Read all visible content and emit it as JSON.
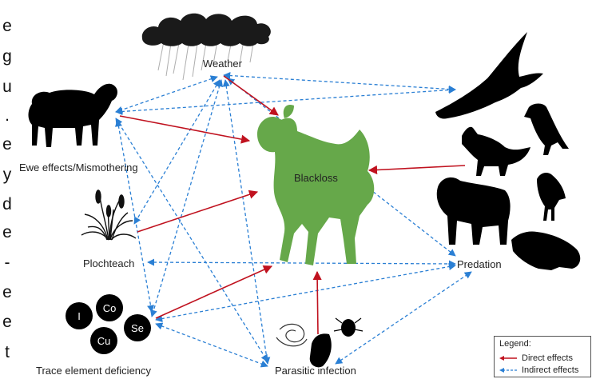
{
  "edge_letters": [
    "e",
    "g",
    "u",
    ".",
    "e",
    "y",
    "d",
    "e",
    "-",
    "e",
    "e",
    "t"
  ],
  "nodes": {
    "weather": "Weather",
    "ewe": "Ewe effects/Mismothering",
    "blackloss": "Blackloss",
    "plochteach": "Plochteach",
    "predation": "Predation",
    "trace": "Trace element deficiency",
    "parasitic": "Parasitic infection"
  },
  "elements": [
    "I",
    "Co",
    "Cu",
    "Se"
  ],
  "legend": {
    "title": "Legend:",
    "direct": "Direct effects",
    "indirect": "Indirect effects"
  },
  "colors": {
    "direct": "#c0121f",
    "indirect": "#2a7fd4",
    "lamb": "#66a84a",
    "silhouette": "#000000"
  }
}
